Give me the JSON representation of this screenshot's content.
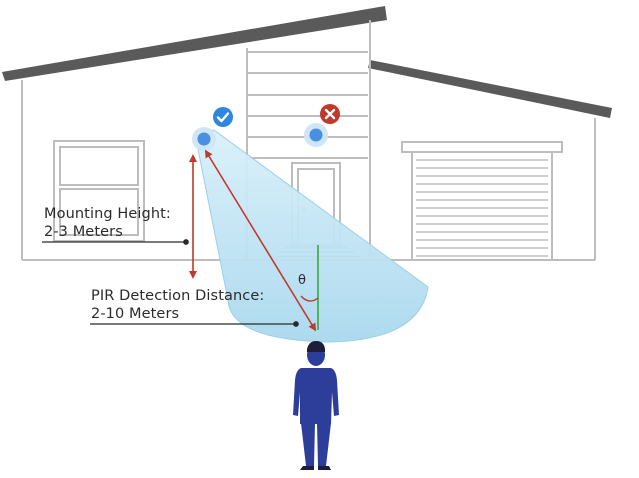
{
  "annotations": {
    "mounting_height_label": "Mounting Height:",
    "mounting_height_value": "2-3 Meters",
    "pir_distance_label": "PIR Detection Distance:",
    "pir_distance_value": "2-10 Meters",
    "angle_symbol": "θ"
  },
  "icons": {
    "correct_badge": "checkmark-icon",
    "incorrect_badge": "cross-icon"
  },
  "colors": {
    "outline": "#bdbdbd",
    "roof": "#5a5a5a",
    "detection_zone": "#b3deef",
    "sensor": "#4a90e2",
    "arrow_red": "#c0392b",
    "vertical_green": "#3aa83a",
    "badge_check": "#2e86de",
    "badge_cross": "#c0392b",
    "person": "#2c3e9a"
  }
}
